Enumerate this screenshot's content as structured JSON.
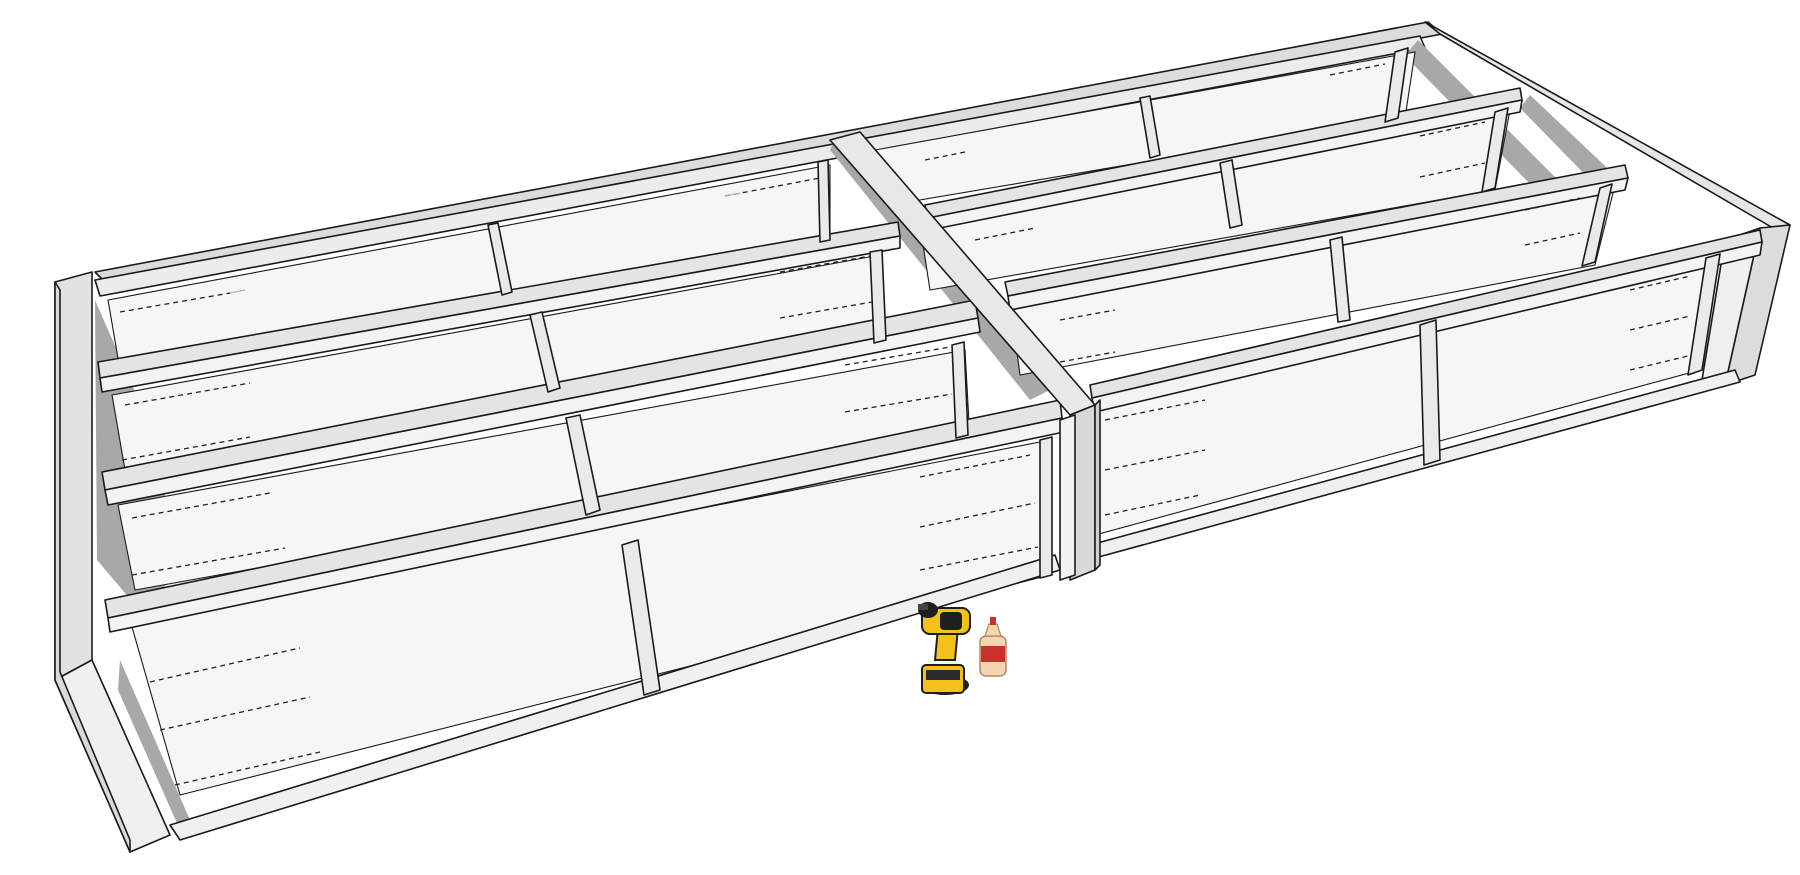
{
  "diagram": {
    "kind": "3D cabinet carcass assembly view",
    "colors": {
      "background": "#ffffff",
      "panel_face": "#f4f4f4",
      "panel_top": "#dedede",
      "panel_shadow": "#9c9c9c",
      "edge_line": "#1a1a1a",
      "tool_yellow": "#f2c21b",
      "tool_black": "#1f1f1f",
      "glue_bottle": "#f4d6b0",
      "glue_label": "#c8322b"
    },
    "objects": [
      {
        "name": "cabinet-carcass",
        "units": 2,
        "shelf_rows_per_unit": 4
      },
      {
        "name": "cordless-drill-icon"
      },
      {
        "name": "glue-bottle-icon"
      }
    ]
  }
}
